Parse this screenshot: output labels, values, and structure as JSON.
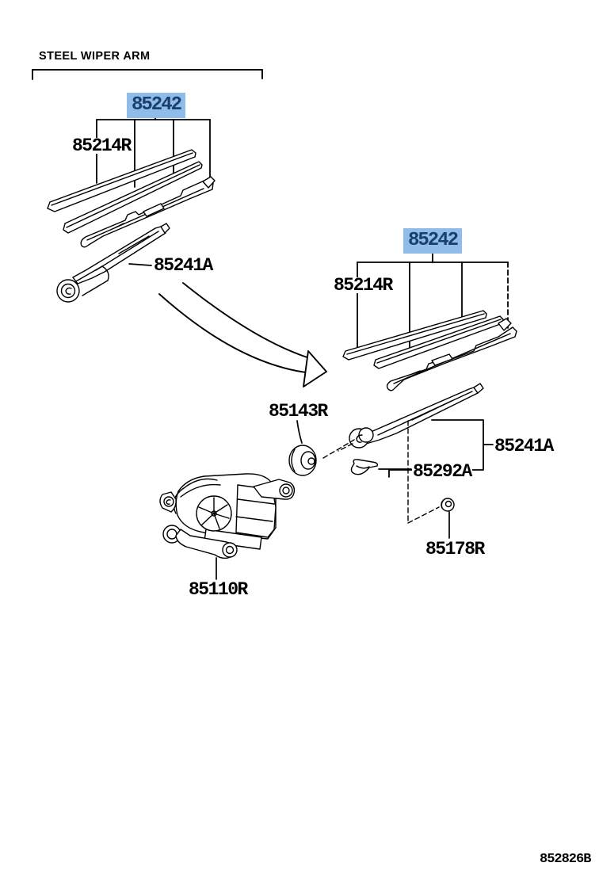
{
  "colors": {
    "highlight_bg": "#8FBCE9",
    "highlight_text": "#1A3E6E",
    "line": "#000000",
    "background": "#FFFFFF"
  },
  "header": {
    "category_title": "STEEL WIPER ARM"
  },
  "footer": {
    "diagram_code": "852826B"
  },
  "parts": {
    "blade_left": {
      "number": "85242",
      "highlighted": true
    },
    "insert_left": {
      "number": "85214R",
      "highlighted": false
    },
    "arm_left": {
      "number": "85241A",
      "highlighted": false
    },
    "blade_right": {
      "number": "85242",
      "highlighted": true
    },
    "insert_right": {
      "number": "85214R",
      "highlighted": false
    },
    "grommet": {
      "number": "85143R",
      "highlighted": false
    },
    "arm_right": {
      "number": "85241A",
      "highlighted": false
    },
    "head_cover": {
      "number": "85292A",
      "highlighted": false
    },
    "nut": {
      "number": "85178R",
      "highlighted": false
    },
    "motor": {
      "number": "85110R",
      "highlighted": false
    }
  }
}
